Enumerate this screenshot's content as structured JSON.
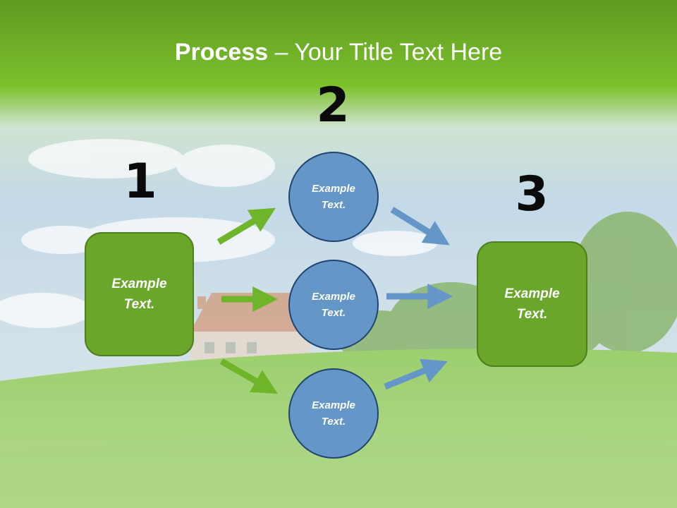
{
  "title": {
    "bold": "Process",
    "rest": " – Your Title Text Here"
  },
  "steps": {
    "one": {
      "number": "1",
      "text": "Example Text."
    },
    "two": {
      "number": "2",
      "items": [
        "Example Text.",
        "Example Text.",
        "Example Text."
      ]
    },
    "three": {
      "number": "3",
      "text": "Example Text."
    }
  },
  "colors": {
    "header_green": "#6fb52a",
    "box_green": "#6aa62a",
    "circle_blue": "#6496c8",
    "arrow_green": "#6fb52a",
    "arrow_blue": "#6496c8"
  }
}
